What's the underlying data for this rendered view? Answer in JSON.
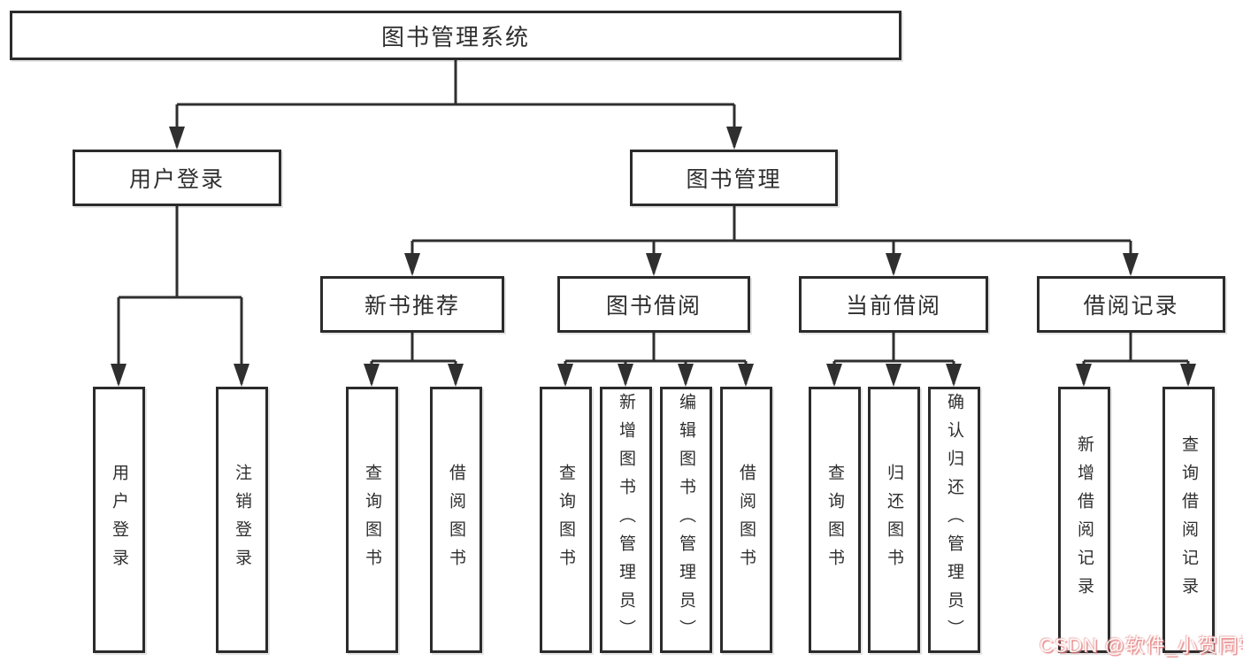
{
  "diagram": {
    "root": {
      "label": "图书管理系统"
    },
    "branches": [
      {
        "label": "用户登录",
        "leaves": [
          "用户登录",
          "注销登录"
        ]
      },
      {
        "label": "图书管理",
        "groups": [
          {
            "label": "新书推荐",
            "leaves": [
              "查询图书",
              "借阅图书"
            ]
          },
          {
            "label": "图书借阅",
            "leaves": [
              "查询图书",
              "新增图书（管理员）",
              "编辑图书（管理员）",
              "借阅图书"
            ]
          },
          {
            "label": "当前借阅",
            "leaves": [
              "查询图书",
              "归还图书",
              "确认归还（管理员）"
            ]
          },
          {
            "label": "借阅记录",
            "leaves": [
              "新增借阅记录",
              "查询借阅记录"
            ]
          }
        ]
      }
    ]
  },
  "watermark": {
    "text": "CSDN @软件_小贺同学",
    "color": "#e47a7a"
  },
  "colors": {
    "background": "#ffffff",
    "box_border": "#2b2b2b",
    "connector_line": "#2f2f2f",
    "text": "#2f2f2f"
  }
}
